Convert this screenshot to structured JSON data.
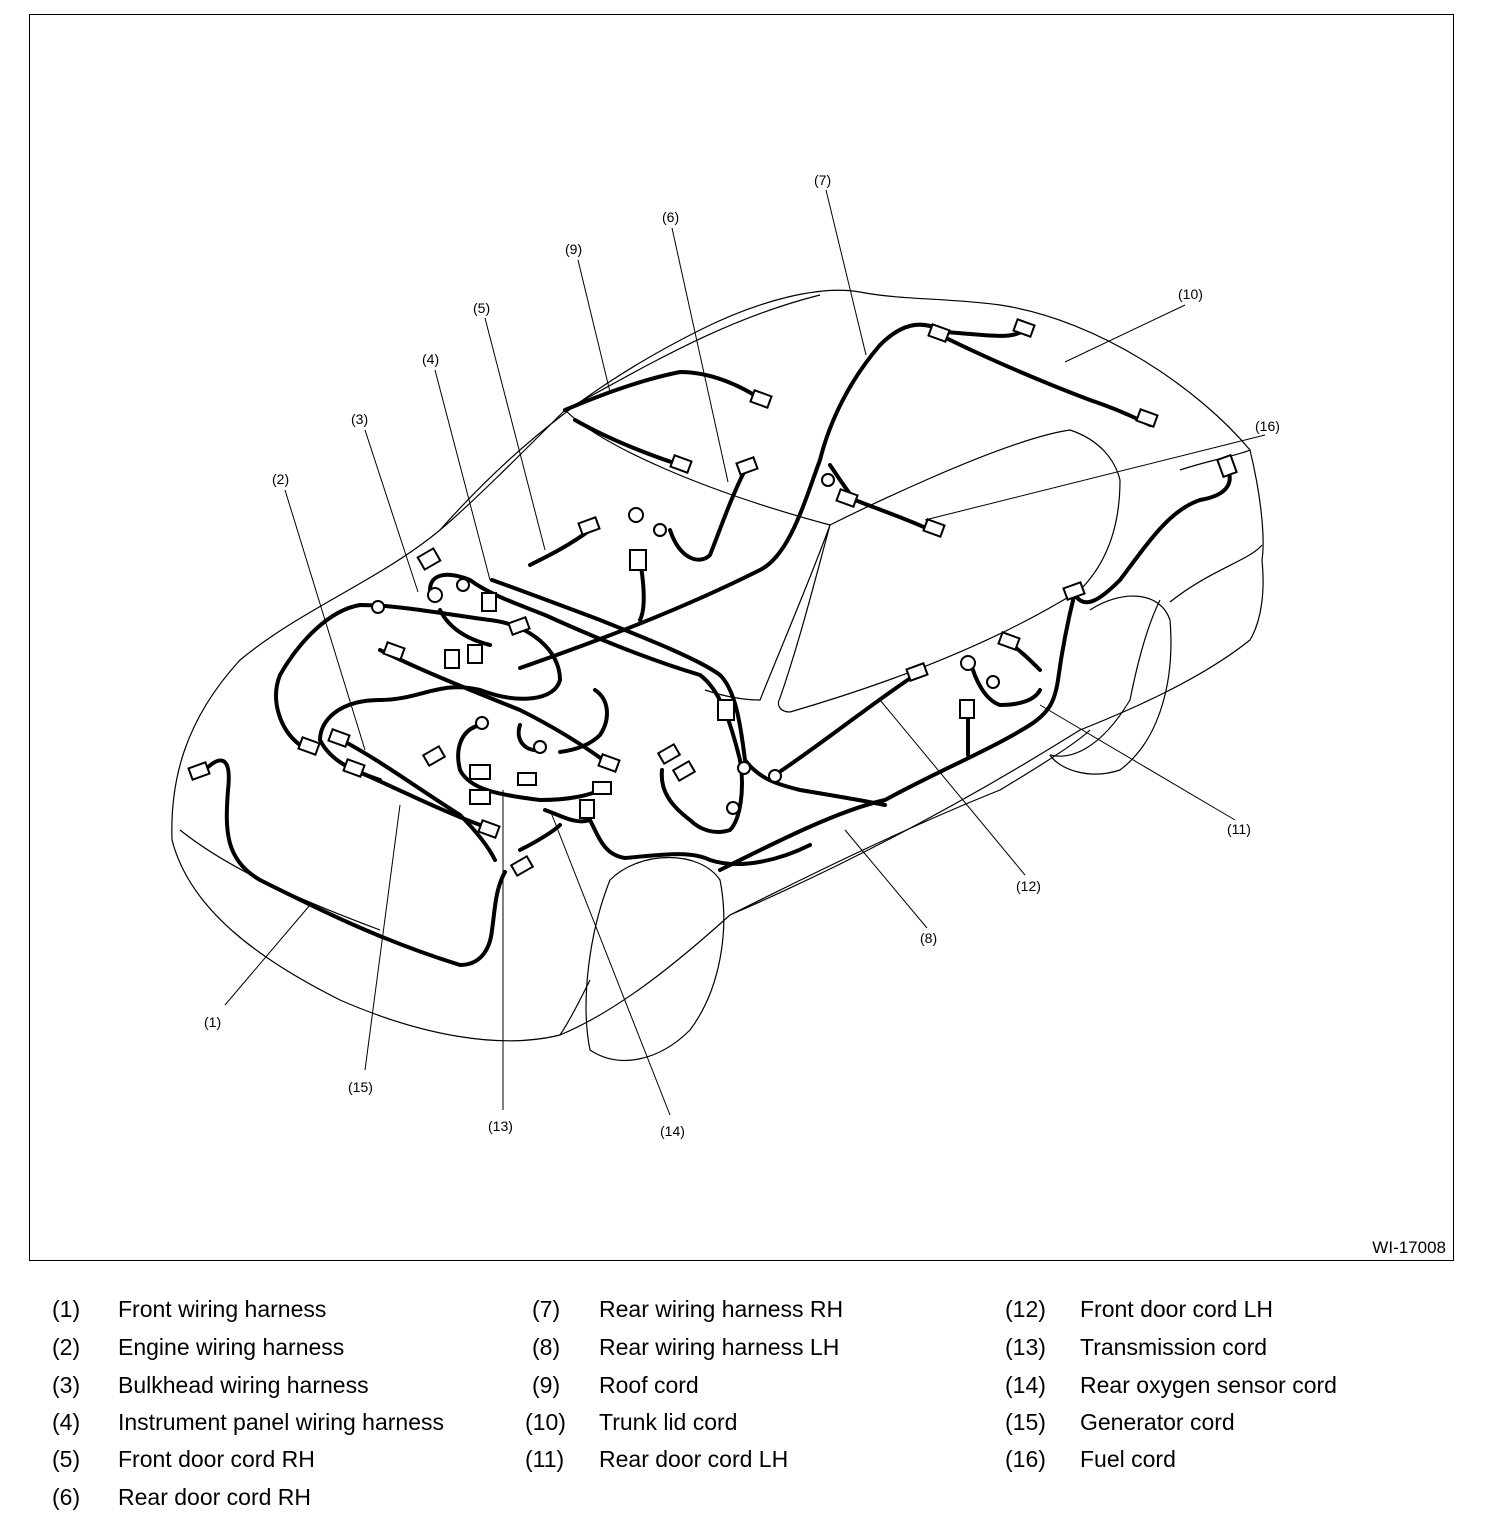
{
  "figure_id": "WI-17008",
  "callouts": [
    "(1)",
    "(2)",
    "(3)",
    "(4)",
    "(5)",
    "(6)",
    "(7)",
    "(8)",
    "(9)",
    "(10)",
    "(11)",
    "(12)",
    "(13)",
    "(14)",
    "(15)",
    "(16)"
  ],
  "legend": [
    {
      "num": "(1)",
      "label": "Front wiring harness"
    },
    {
      "num": "(2)",
      "label": "Engine wiring harness"
    },
    {
      "num": "(3)",
      "label": "Bulkhead wiring harness"
    },
    {
      "num": "(4)",
      "label": "Instrument panel wiring harness"
    },
    {
      "num": "(5)",
      "label": "Front door cord RH"
    },
    {
      "num": "(6)",
      "label": "Rear door cord RH"
    },
    {
      "num": "(7)",
      "label": "Rear wiring harness RH"
    },
    {
      "num": "(8)",
      "label": "Rear wiring harness LH"
    },
    {
      "num": "(9)",
      "label": "Roof cord"
    },
    {
      "num": "(10)",
      "label": "Trunk lid cord"
    },
    {
      "num": "(11)",
      "label": "Rear door cord LH"
    },
    {
      "num": "(12)",
      "label": "Front door cord LH"
    },
    {
      "num": "(13)",
      "label": "Transmission cord"
    },
    {
      "num": "(14)",
      "label": "Rear oxygen sensor cord"
    },
    {
      "num": "(15)",
      "label": "Generator cord"
    },
    {
      "num": "(16)",
      "label": "Fuel cord"
    }
  ]
}
